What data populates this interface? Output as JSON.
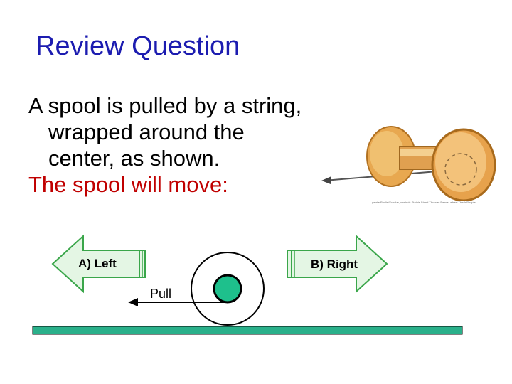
{
  "title": "Review Question",
  "body": {
    "line1": "A spool is pulled by a string,",
    "line2": "wrapped around the",
    "line3": "center, as shown.",
    "line4": "The spool will move:"
  },
  "photo_caption": "gentle Paulie/Scholar, unwinds Stathis Stand Thunder Farms, wheel ThistlePeople",
  "options": {
    "left_label": "A) Left",
    "right_label": "B) Right"
  },
  "diagram": {
    "pull_label": "Pull"
  },
  "colors": {
    "title": "#1c1cb0",
    "highlight": "#c00000",
    "arrow_fill": "#e4f6e4",
    "arrow_stroke": "#3aa64a",
    "axle": "#1ec08c",
    "ground": "#2ab08a"
  }
}
